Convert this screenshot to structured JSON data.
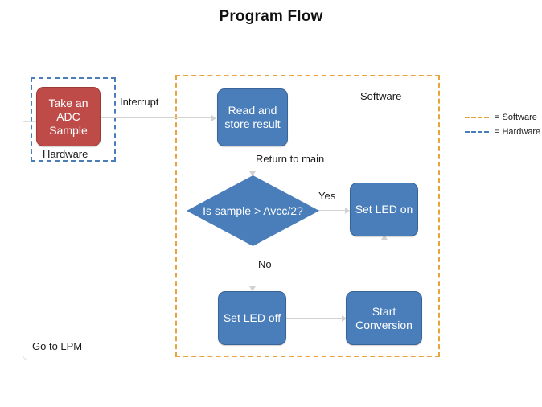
{
  "title": "Program Flow",
  "groups": {
    "hardware": {
      "caption": "Hardware",
      "color": "#4A7EBB"
    },
    "software": {
      "caption": "Software",
      "color": "#E8A33D"
    }
  },
  "nodes": {
    "adc_sample": {
      "label": "Take an ADC Sample",
      "shape": "rounded-rect",
      "color": "#BE4B48"
    },
    "read_store": {
      "label": "Read and store result",
      "shape": "rounded-rect",
      "color": "#4A7EBB"
    },
    "decision": {
      "label": "Is sample > Avcc/2?",
      "shape": "diamond",
      "color": "#4A7EBB"
    },
    "set_led_on": {
      "label": "Set LED on",
      "shape": "rounded-rect",
      "color": "#4A7EBB"
    },
    "set_led_off": {
      "label": "Set LED off",
      "shape": "rounded-rect",
      "color": "#4A7EBB"
    },
    "start_conversion": {
      "label": "Start Conversion",
      "shape": "rounded-rect",
      "color": "#4A7EBB"
    }
  },
  "edge_labels": {
    "interrupt": "Interrupt",
    "return_to_main": "Return to main",
    "yes": "Yes",
    "no": "No",
    "go_to_lpm": "Go to LPM"
  },
  "legend": {
    "items": [
      {
        "label": "= Software",
        "color": "#E8A33D",
        "style": "dashed"
      },
      {
        "label": "= Hardware",
        "color": "#4A7EBB",
        "style": "dashed"
      }
    ]
  }
}
